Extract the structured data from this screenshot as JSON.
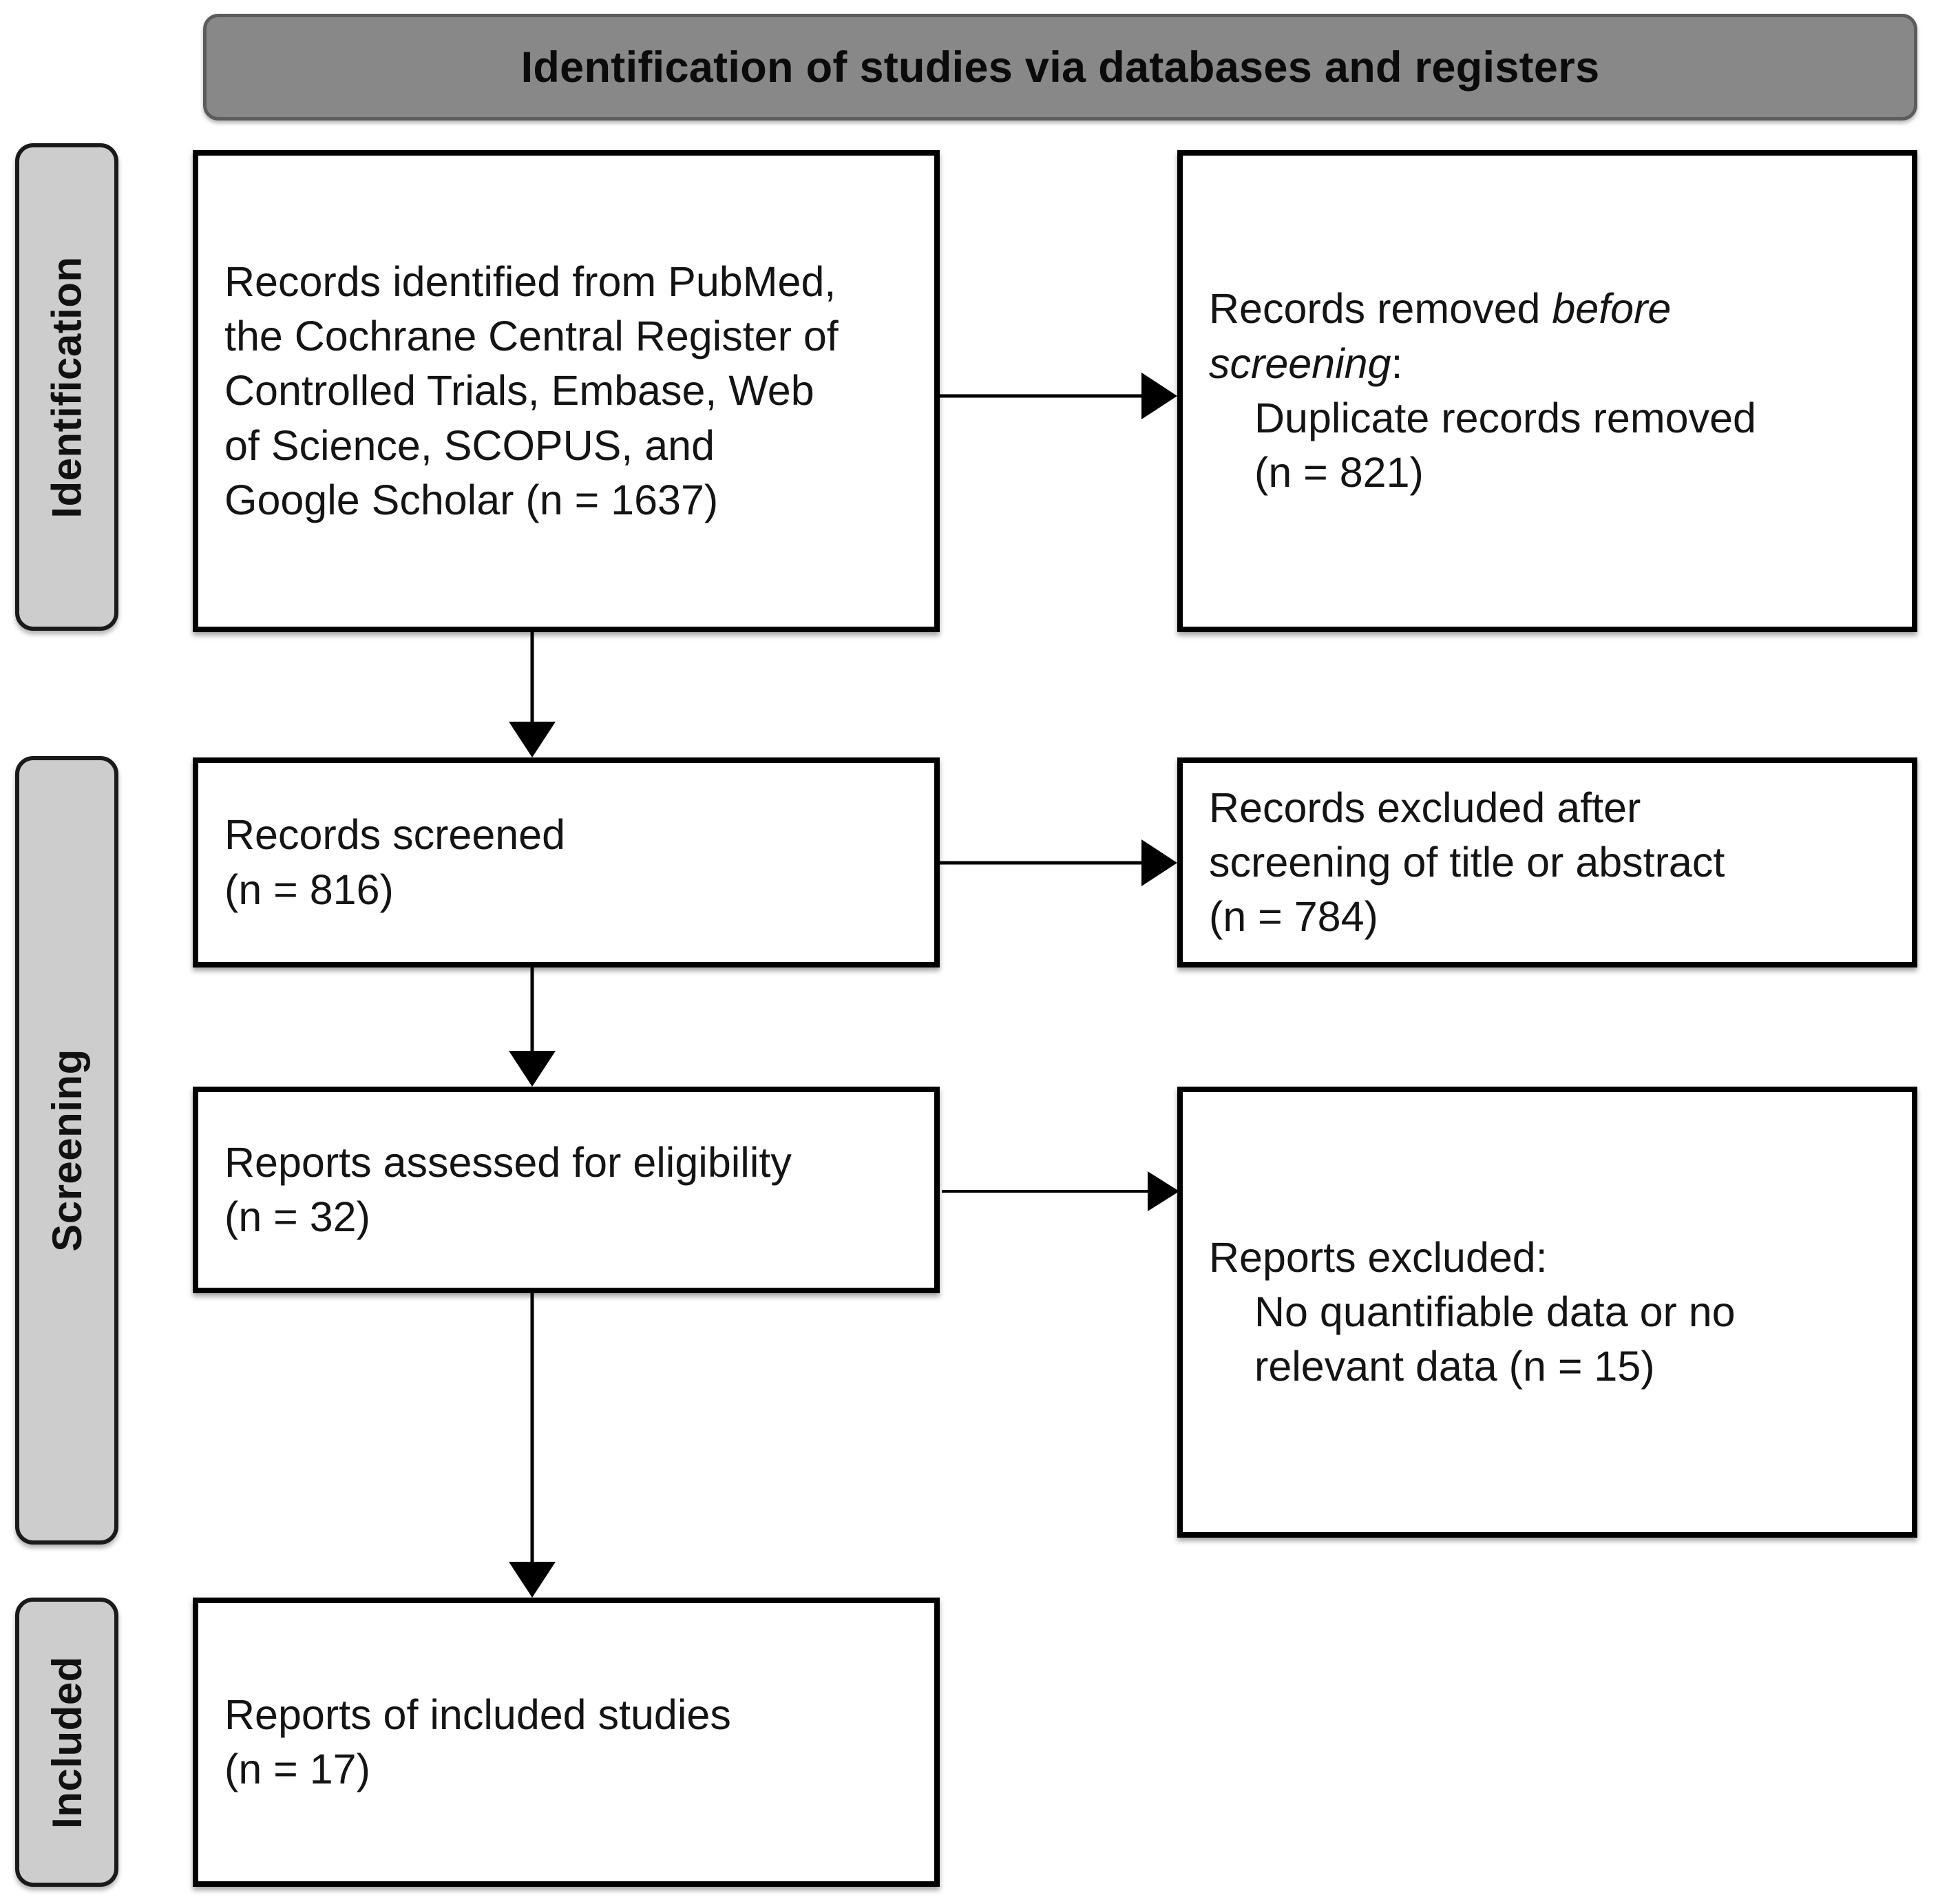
{
  "header": {
    "title": "Identification of studies via databases and registers"
  },
  "phases": [
    {
      "id": "identification",
      "label": "Identification"
    },
    {
      "id": "screening",
      "label": "Screening"
    },
    {
      "id": "included",
      "label": "Included"
    }
  ],
  "boxes": {
    "identified": {
      "lines": [
        "Records identified from PubMed,",
        "the Cochrane Central Register of",
        "Controlled Trials, Embase, Web",
        "of Science, SCOPUS, and",
        "Google Scholar (n = 1637)"
      ]
    },
    "removed": {
      "line1_plain": "Records removed ",
      "line1_italic": "before",
      "line2_italic": "screening",
      "line2_plain": ":",
      "line3": "Duplicate records removed",
      "line4": "(n = 821)"
    },
    "screened": {
      "lines": [
        "Records screened",
        "(n = 816)"
      ]
    },
    "excluded_screening": {
      "lines": [
        "Records excluded after",
        "screening of title or abstract",
        "(n = 784)"
      ]
    },
    "eligibility": {
      "lines": [
        "Reports assessed for eligibility",
        "(n = 32)"
      ]
    },
    "excluded_reports": {
      "line1": "Reports excluded:",
      "line2": "No quantifiable data or no",
      "line3": "relevant data (n = 15)"
    },
    "included": {
      "lines": [
        "Reports of included studies",
        "(n = 17)"
      ]
    }
  },
  "chart_data": {
    "type": "diagram",
    "title": "Identification of studies via databases and registers",
    "diagram_kind": "PRISMA flow diagram",
    "stages": [
      {
        "phase": "Identification",
        "nodes": [
          {
            "label": "Records identified from PubMed, the Cochrane Central Register of Controlled Trials, Embase, Web of Science, SCOPUS, and Google Scholar",
            "n": 1637
          },
          {
            "label": "Records removed before screening: Duplicate records removed",
            "n": 821
          }
        ]
      },
      {
        "phase": "Screening",
        "nodes": [
          {
            "label": "Records screened",
            "n": 816
          },
          {
            "label": "Records excluded after screening of title or abstract",
            "n": 784
          },
          {
            "label": "Reports assessed for eligibility",
            "n": 32
          },
          {
            "label": "Reports excluded: No quantifiable data or no relevant data",
            "n": 15
          }
        ]
      },
      {
        "phase": "Included",
        "nodes": [
          {
            "label": "Reports of included studies",
            "n": 17
          }
        ]
      }
    ],
    "edges": [
      {
        "from": "Records identified",
        "to": "Records removed before screening",
        "direction": "right"
      },
      {
        "from": "Records identified",
        "to": "Records screened",
        "direction": "down"
      },
      {
        "from": "Records screened",
        "to": "Records excluded after screening",
        "direction": "right"
      },
      {
        "from": "Records screened",
        "to": "Reports assessed for eligibility",
        "direction": "down"
      },
      {
        "from": "Reports assessed for eligibility",
        "to": "Reports excluded",
        "direction": "right"
      },
      {
        "from": "Reports assessed for eligibility",
        "to": "Reports of included studies",
        "direction": "down"
      }
    ],
    "colors": {
      "header_fill": "#888888",
      "phase_tab_fill": "#cdcdcd",
      "box_fill": "#ffffff",
      "border": "#000000"
    }
  }
}
